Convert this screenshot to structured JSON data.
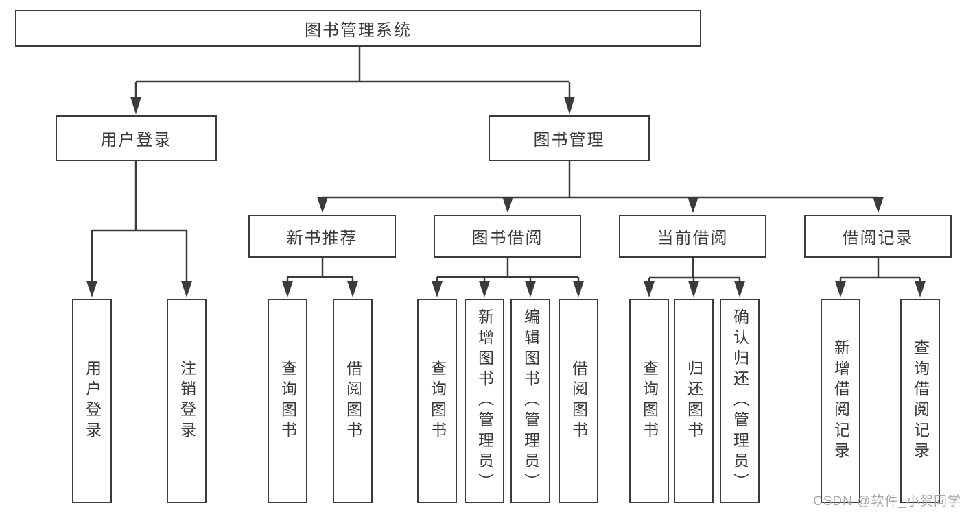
{
  "diagram": {
    "type": "hierarchy-tree",
    "colors": {
      "background": "#ffffff",
      "line": "#3b3b3b",
      "box_border": "#3b3b3b",
      "text": "#3a3a3a",
      "watermark": "#a8a8a8"
    },
    "nodes": {
      "root": "图书管理系统",
      "user_login": "用户登录",
      "book_mgmt": "图书管理",
      "new_book_rec": "新书推荐",
      "book_borrow": "图书借阅",
      "current_borrow": "当前借阅",
      "borrow_record": "借阅记录",
      "leaf_user_login": "用户登录",
      "leaf_logout": "注销登录",
      "leaf_nbr_query": "查询图书",
      "leaf_nbr_borrow": "借阅图书",
      "leaf_bb_query": "查询图书",
      "leaf_bb_add": "新增图书（管理员）",
      "leaf_bb_edit": "编辑图书（管理员）",
      "leaf_bb_borrow": "借阅图书",
      "leaf_cb_query": "查询图书",
      "leaf_cb_return": "归还图书",
      "leaf_cb_confirm": "确认归还（管理员）",
      "leaf_br_add": "新增借阅记录",
      "leaf_br_query": "查询借阅记录"
    },
    "hierarchy": {
      "图书管理系统": {
        "用户登录": [
          "用户登录",
          "注销登录"
        ],
        "图书管理": {
          "新书推荐": [
            "查询图书",
            "借阅图书"
          ],
          "图书借阅": [
            "查询图书",
            "新增图书（管理员）",
            "编辑图书（管理员）",
            "借阅图书"
          ],
          "当前借阅": [
            "查询图书",
            "归还图书",
            "确认归还（管理员）"
          ],
          "借阅记录": [
            "新增借阅记录",
            "查询借阅记录"
          ]
        }
      }
    }
  },
  "watermark": "CSDN @软件_小贺同学"
}
